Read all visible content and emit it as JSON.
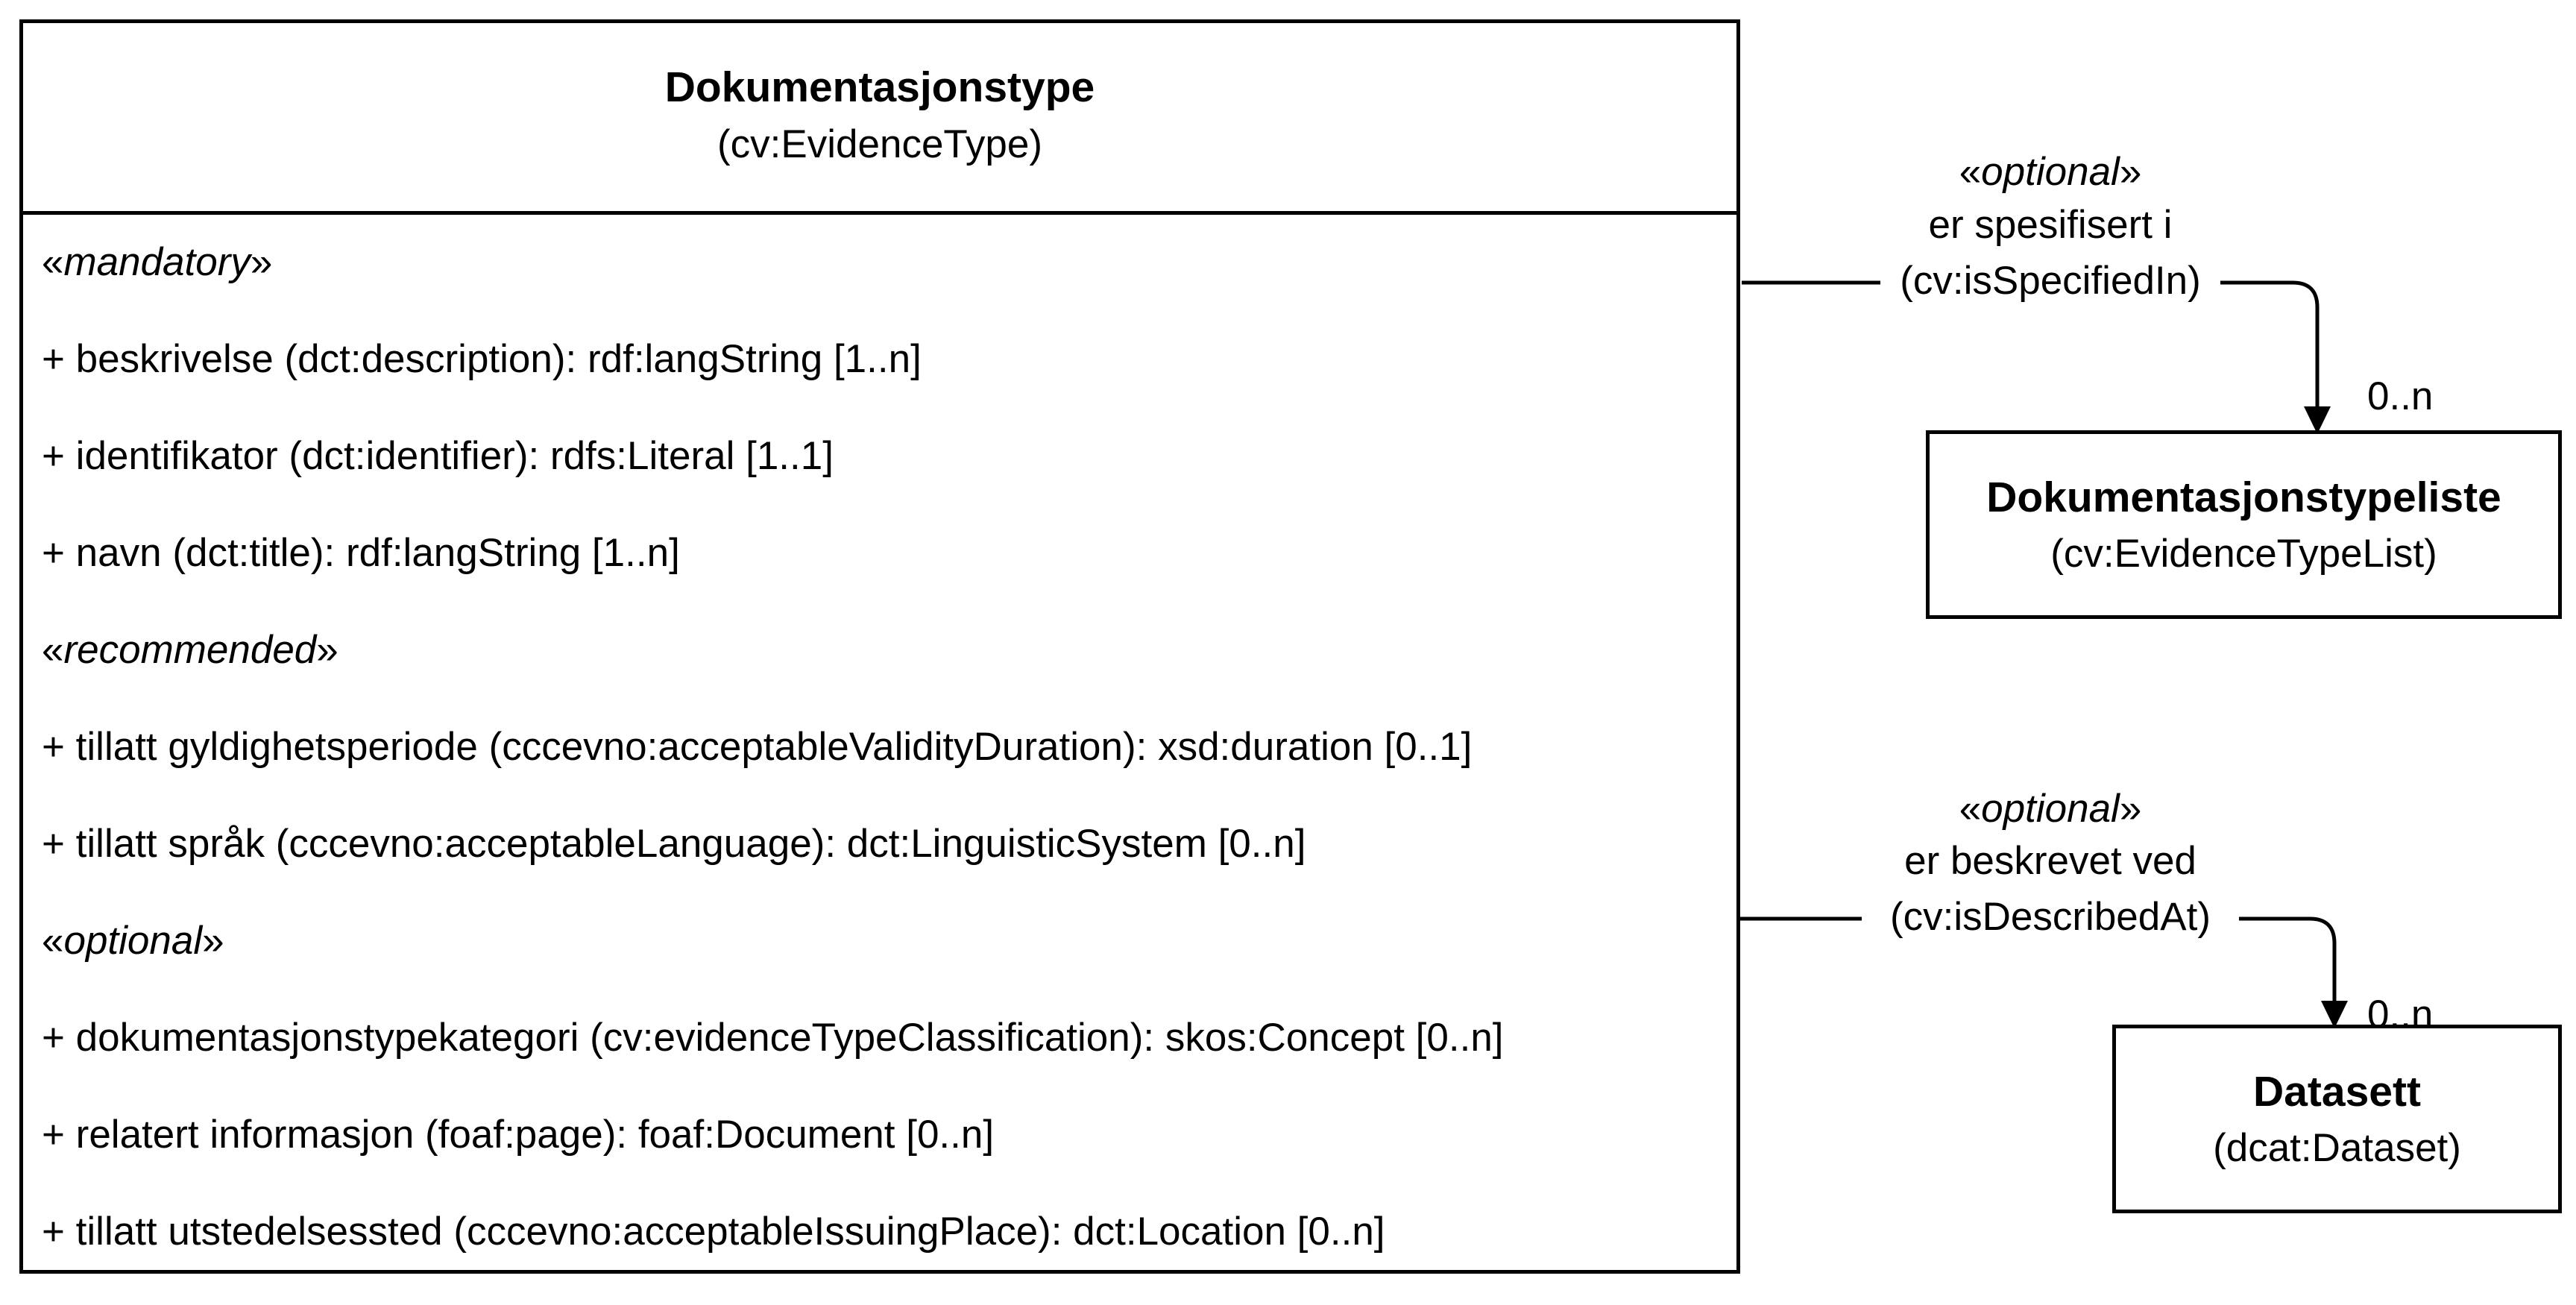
{
  "main_class": {
    "title": "Dokumentasjonstype",
    "subtitle": "(cv:EvidenceType)",
    "attributes": [
      {
        "kind": "stereotype",
        "open": "«",
        "name": "mandatory",
        "close": "»"
      },
      {
        "kind": "attribute",
        "text": "+ beskrivelse (dct:description): rdf:langString [1..n]"
      },
      {
        "kind": "attribute",
        "text": "+ identifikator (dct:identifier): rdfs:Literal [1..1]"
      },
      {
        "kind": "attribute",
        "text": "+ navn (dct:title): rdf:langString [1..n]"
      },
      {
        "kind": "stereotype",
        "open": "«",
        "name": "recommended",
        "close": "»"
      },
      {
        "kind": "attribute",
        "text": "+ tillatt gyldighetsperiode (cccevno:acceptableValidityDuration): xsd:duration [0..1]"
      },
      {
        "kind": "attribute",
        "text": "+ tillatt språk (cccevno:acceptableLanguage): dct:LinguisticSystem [0..n]"
      },
      {
        "kind": "stereotype",
        "open": "«",
        "name": "optional",
        "close": "»"
      },
      {
        "kind": "attribute",
        "text": "+ dokumentasjonstypekategori (cv:evidenceTypeClassification): skos:Concept [0..n]"
      },
      {
        "kind": "attribute",
        "text": "+ relatert informasjon (foaf:page): foaf:Document [0..n]"
      },
      {
        "kind": "attribute",
        "text": "+ tillatt utstedelsessted (cccevno:acceptableIssuingPlace): dct:Location [0..n]"
      }
    ]
  },
  "list_class": {
    "title": "Dokumentasjonstypeliste",
    "subtitle": "(cv:EvidenceTypeList)"
  },
  "dataset_class": {
    "title": "Datasett",
    "subtitle": "(dcat:Dataset)"
  },
  "edges": {
    "specified_in": {
      "stereotype_open": "«",
      "stereotype": "optional",
      "stereotype_close": "»",
      "label": "er spesifisert i",
      "property": "(cv:isSpecifiedIn)",
      "multiplicity": "0..n"
    },
    "described_at": {
      "stereotype_open": "«",
      "stereotype": "optional",
      "stereotype_close": "»",
      "label": "er beskrevet ved",
      "property": "(cv:isDescribedAt)",
      "multiplicity": "0..n"
    }
  },
  "colors": {
    "stroke": "#000000",
    "background": "#ffffff"
  }
}
